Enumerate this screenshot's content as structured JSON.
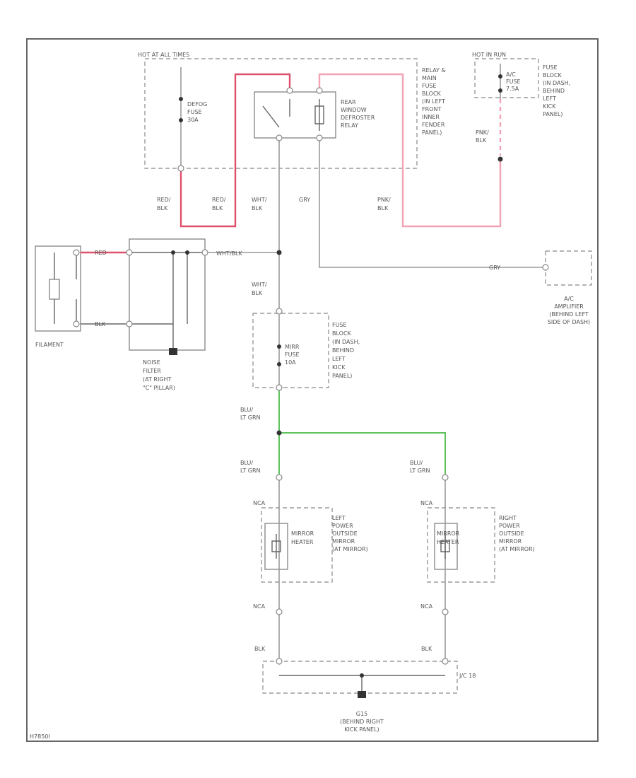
{
  "labels": {
    "hot_at_all_times": "HOT AT ALL TIMES",
    "hot_in_run": "HOT IN RUN",
    "defog_fuse": [
      "DEFOG",
      "FUSE",
      "30A"
    ],
    "relay_block": [
      "RELAY &",
      "MAIN",
      "FUSE",
      "BLOCK",
      "(IN LEFT",
      "FRONT",
      "INNER",
      "FENDER",
      "PANEL)"
    ],
    "rear_window_relay": [
      "REAR",
      "WINDOW",
      "DEFROSTER",
      "RELAY"
    ],
    "ac_fuse": [
      "A/C",
      "FUSE",
      "7.5A"
    ],
    "fuse_block_right": [
      "FUSE",
      "BLOCK",
      "(IN DASH,",
      "BEHIND",
      "LEFT",
      "KICK",
      "PANEL)"
    ],
    "pnk_blk_upper": [
      "PNK/",
      "BLK"
    ],
    "red_blk_1": [
      "RED/",
      "BLK"
    ],
    "red_blk_2": [
      "RED/",
      "BLK"
    ],
    "wht_blk_1": [
      "WHT/",
      "BLK"
    ],
    "gry_1": "GRY",
    "pnk_blk_lower": [
      "PNK/",
      "BLK"
    ],
    "red_small": "RED",
    "blk_small": "BLK",
    "wht_blk_h": "WHT/BLK",
    "filament": "FILAMENT",
    "noise_filter": [
      "NOISE",
      "FILTER",
      "(AT RIGHT",
      "\"C\" PILLAR)"
    ],
    "gry_2": "GRY",
    "ac_amplifier": [
      "A/C",
      "AMPLIFIER",
      "(BEHIND LEFT",
      "SIDE OF DASH)"
    ],
    "wht_blk_2": [
      "WHT/",
      "BLK"
    ],
    "mirror_fuse": [
      "MIRR",
      "FUSE",
      "10A"
    ],
    "fuse_block_mid": [
      "FUSE",
      "BLOCK",
      "(IN DASH,",
      "BEHIND",
      "LEFT",
      "KICK",
      "PANEL)"
    ],
    "blu_ltgrn_1": [
      "BLU/",
      "LT GRN"
    ],
    "blu_ltgrn_2": [
      "BLU/",
      "LT GRN"
    ],
    "blu_ltgrn_3": [
      "BLU/",
      "LT GRN"
    ],
    "nca_1": "NCA",
    "nca_2": "NCA",
    "nca_3": "NCA",
    "nca_4": "NCA",
    "mirror_heater_left": [
      "MIRROR",
      "HEATER"
    ],
    "mirror_heater_right": [
      "MIRROR",
      "HEATER"
    ],
    "left_mirror": [
      "LEFT",
      "POWER",
      "OUTSIDE",
      "MIRROR",
      "(AT MIRROR)"
    ],
    "right_mirror": [
      "RIGHT",
      "POWER",
      "OUTSIDE",
      "MIRROR",
      "(AT MIRROR)"
    ],
    "blk_1": "BLK",
    "blk_2": "BLK",
    "jc": "J/C 18",
    "ground": [
      "G15",
      "(BEHIND RIGHT",
      "KICK PANEL)"
    ],
    "figure_id": "H7850I"
  }
}
